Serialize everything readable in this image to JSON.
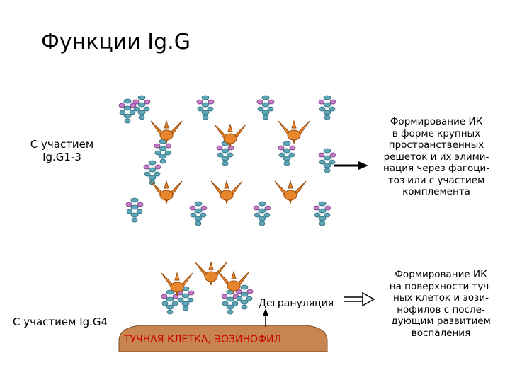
{
  "title": "Функции Ig.G",
  "label_top": [
    "С участием",
    "Ig.G1-3"
  ],
  "label_bottom": "С участием Ig.G4",
  "desc_top": [
    "Формирование ИК",
    "в форме крупных",
    "пространственных",
    "решеток и их элими-",
    "нация через фагоци-",
    "тоз или с участием",
    "комплемента"
  ],
  "desc_bottom": [
    "Формирование ИК",
    "на поверхности туч-",
    "ных клеток и эози-",
    "нофилов с после-",
    "дующим развитием",
    "воспаления"
  ],
  "degranulation": "Дегрануляция",
  "cell_label": "ТУЧНАЯ КЛЕТКА, ЭОЗИНОФИЛ",
  "colors": {
    "antibody": "#E8862E",
    "antigen_blue": "#5FA7B8",
    "antigen_pink": "#C57CC8",
    "cell": "#C9854F",
    "cell_text": "#C80000"
  }
}
